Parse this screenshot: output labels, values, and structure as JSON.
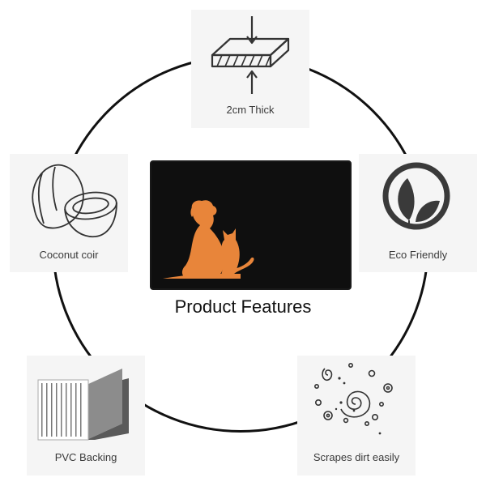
{
  "title": "Product Features",
  "features": {
    "thick": {
      "label": "2cm Thick",
      "icon": "thickness-icon"
    },
    "coconut": {
      "label": "Coconut coir",
      "icon": "coconut-icon"
    },
    "eco": {
      "label": "Eco Friendly",
      "icon": "leaf-icon"
    },
    "pvc": {
      "label": "PVC Backing",
      "icon": "pvc-backing-icon"
    },
    "dirt": {
      "label": "Scrapes dirt easily",
      "icon": "dirt-particles-icon"
    }
  },
  "product_image": {
    "name": "doormat-with-dog-and-cat-silhouette"
  },
  "colors": {
    "mat": "#111111",
    "silhouette": "#e8853a",
    "card_bg": "#f5f5f5",
    "ring": "#111111"
  }
}
